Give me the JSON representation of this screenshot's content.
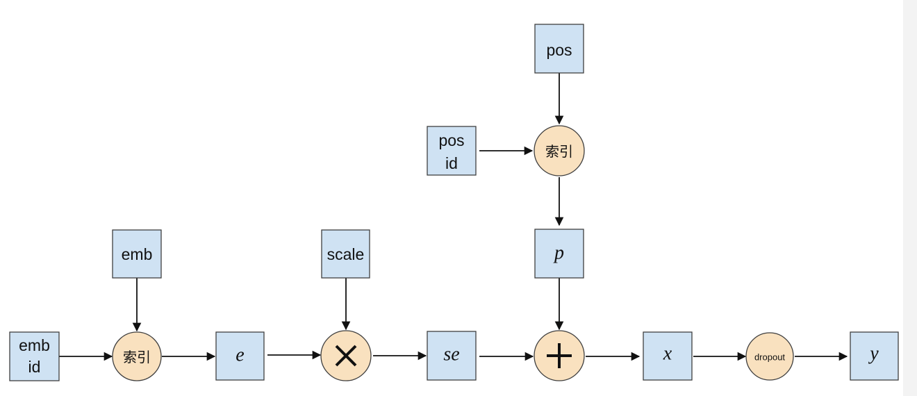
{
  "diagram": {
    "nodes": {
      "emb_id": [
        "emb",
        "id"
      ],
      "emb": "emb",
      "index_emb": "索引",
      "e": "e",
      "scale": "scale",
      "multiply": "×",
      "se": "se",
      "pos": "pos",
      "pos_id": [
        "pos",
        "id"
      ],
      "index_pos": "索引",
      "p": "p",
      "add": "+",
      "x": "x",
      "dropout": "dropout",
      "y": "y"
    },
    "edges": [
      [
        "emb_id",
        "index_emb"
      ],
      [
        "emb",
        "index_emb"
      ],
      [
        "index_emb",
        "e"
      ],
      [
        "e",
        "multiply"
      ],
      [
        "scale",
        "multiply"
      ],
      [
        "multiply",
        "se"
      ],
      [
        "se",
        "add"
      ],
      [
        "pos",
        "index_pos"
      ],
      [
        "pos_id",
        "index_pos"
      ],
      [
        "index_pos",
        "p"
      ],
      [
        "p",
        "add"
      ],
      [
        "add",
        "x"
      ],
      [
        "x",
        "dropout"
      ],
      [
        "dropout",
        "y"
      ]
    ]
  },
  "colors": {
    "tensor_box": "#cfe2f3",
    "operation_node": "#f9e1bf",
    "stroke": "#3f3f3f"
  }
}
